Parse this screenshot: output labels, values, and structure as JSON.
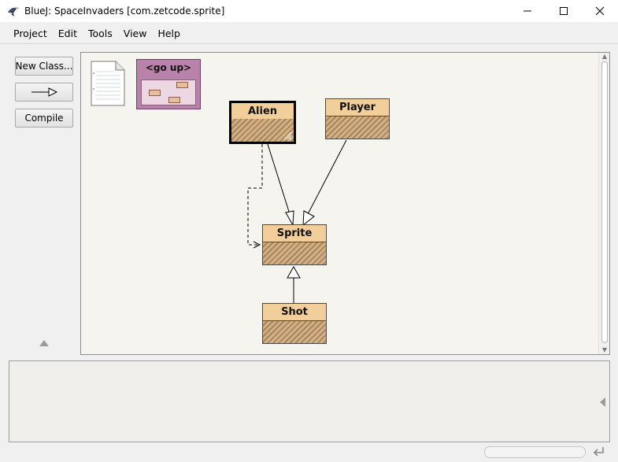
{
  "window": {
    "title": "BlueJ:  SpaceInvaders  [com.zetcode.sprite]",
    "icon": "bluej-bird-icon",
    "controls": {
      "minimize": "—",
      "maximize": "☐",
      "close": "✕"
    }
  },
  "menu": {
    "items": [
      "Project",
      "Edit",
      "Tools",
      "View",
      "Help"
    ]
  },
  "toolbar": {
    "new_class_label": "New Class...",
    "arrow_label": "",
    "compile_label": "Compile"
  },
  "diagram": {
    "goup_label": "<go up>",
    "classes": [
      "Alien",
      "Player",
      "Sprite",
      "Shot"
    ],
    "selected_class": "Alien"
  },
  "icons": {
    "readme": "readme-document-icon",
    "inheritance": "inheritance-arrow-icon",
    "scroll": "collapse-arrow-icon",
    "reset": "reset-arrow-icon"
  },
  "colors": {
    "class_fill": "#f2d3a2",
    "class_hatch": "#a38463",
    "package_fill": "#b882ab",
    "canvas_bg": "#f6f4ef"
  }
}
